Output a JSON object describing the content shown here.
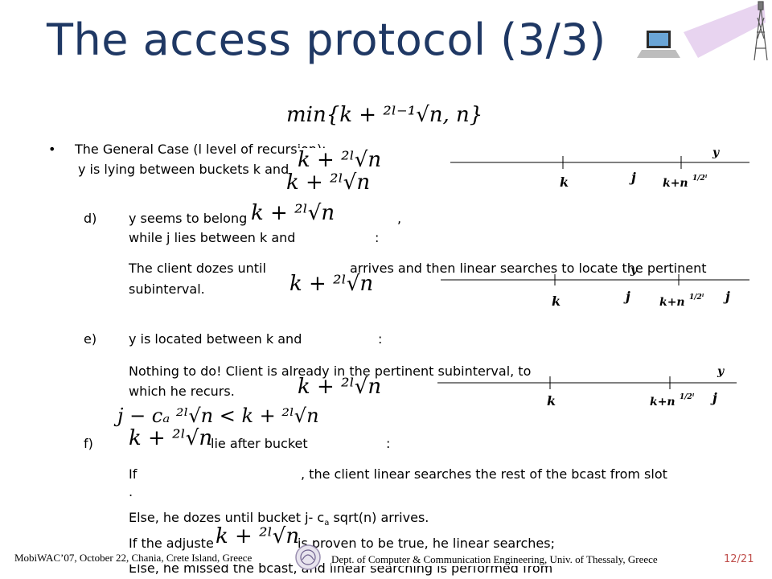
{
  "title": "The access protocol (3/3)",
  "formula_main": "min{k + ²ˡ⁻¹√n, n}",
  "expr_k_root": "k + ²ˡ√n",
  "expr_j_cond": "j − cₐ ²ˡ√n < k + ²ˡ√n",
  "bullet": "•",
  "general_case": "The General Case (l level of recursion):",
  "y_lying": "y is lying between buckets k and",
  "d_label": "d)",
  "d_line1": "y seems to belong a",
  "d_line1_end": ",",
  "d_line2": "while j lies between k and",
  "d_line2_end": ":",
  "d_client1": "The client dozes until",
  "d_client1_b": "arrives and then linear searches to locate the pertinent",
  "d_client2": "subinterval.",
  "e_label": "e)",
  "e_line1": "y is located between k and",
  "e_line1_end": ":",
  "e_nothing1": "Nothing to do! Client is already in the pertinent subinterval, to",
  "e_nothing2": "which he recurs.",
  "f_label": "f)",
  "f_line1": "lie after bucket",
  "f_line1_end": ":",
  "f_if": "If",
  "f_if_b": ", the client linear searches the rest of the bcast from slot",
  "f_dot": ".",
  "f_else1": "Else, he dozes until bucket j- c",
  "f_else1_sub": "a",
  "f_else1_b": " sqrt(n) arrives.",
  "f_if2": "If the adjuste",
  "f_if2_b": "is proven to be true,  he linear searches;",
  "f_else2": "Else, he missed the bcast, and linear searching is performed from",
  "footer_left": "MobiWAC’07, October 22, Chania, Crete Island, Greece",
  "footer_right": "Dept. of Computer & Communication Engineering, Univ. of Thessaly, Greece",
  "page_number": "12/21",
  "diagram1": {
    "y": "y",
    "k": "k",
    "j": "j",
    "kn": "k+n",
    "exp": "1/2ˡ"
  },
  "diagram2": {
    "y": "y",
    "k": "k",
    "j1": "j",
    "kn": "k+n",
    "exp": "1/2ˡ",
    "j2": "j"
  },
  "diagram3": {
    "y": "y",
    "k": "k",
    "kn": "k+n",
    "exp": "1/2ˡ",
    "j": "j"
  },
  "colors": {
    "title": "#1f3864",
    "page_number": "#c0504d",
    "beam": "#d9b8e6"
  },
  "icons": [
    "laptop-icon",
    "antenna-tower-icon",
    "university-logo-icon"
  ]
}
